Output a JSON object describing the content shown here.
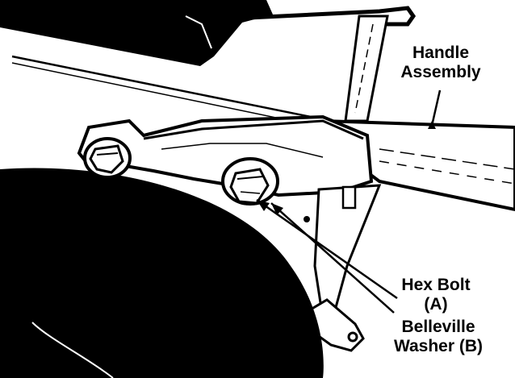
{
  "figure": {
    "background_color": "#ffffff",
    "ink_color": "#000000"
  },
  "labels": {
    "handle_assembly": [
      "Handle",
      "Assembly"
    ],
    "hex_bolt": [
      "Hex Bolt",
      "(A)"
    ],
    "belleville_washer": [
      "Belleville",
      "Washer (B)"
    ]
  }
}
